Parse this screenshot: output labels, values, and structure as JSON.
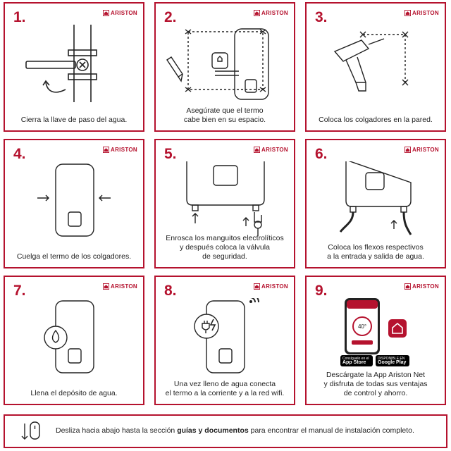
{
  "brand": "ARISTON",
  "steps": [
    {
      "num": "1.",
      "caption": "Cierra la llave de paso del agua."
    },
    {
      "num": "2.",
      "caption": "Asegúrate que el termo\ncabe bien en su espacio."
    },
    {
      "num": "3.",
      "caption": "Coloca los colgadores en la pared."
    },
    {
      "num": "4.",
      "caption": "Cuelga el termo de los colgadores."
    },
    {
      "num": "5.",
      "caption": "Enrosca los manguitos electrolíticos\ny después coloca la válvula\nde seguridad."
    },
    {
      "num": "6.",
      "caption": "Coloca los flexos respectivos\na la entrada y salida de agua."
    },
    {
      "num": "7.",
      "caption": "Llena el depósito de agua."
    },
    {
      "num": "8.",
      "caption": "Una vez lleno de agua conecta\nel termo a la corriente y a la red wifi."
    },
    {
      "num": "9.",
      "caption": "Descárgate la App Ariston Net\ny disfruta de todas sus ventajas\nde control y ahorro."
    }
  ],
  "app_store": {
    "small": "Consíguelo en el",
    "big": "App Store"
  },
  "google_play": {
    "small": "DISPONIBLE EN",
    "big": "Google Play"
  },
  "phone_temp": "40°",
  "footer": {
    "before": "Desliza hacia abajo hasta la sección ",
    "bold": "guías y documentos",
    "after": " para encontrar el manual de instalación completo."
  },
  "colors": {
    "accent": "#b5122e",
    "ink": "#222222"
  }
}
